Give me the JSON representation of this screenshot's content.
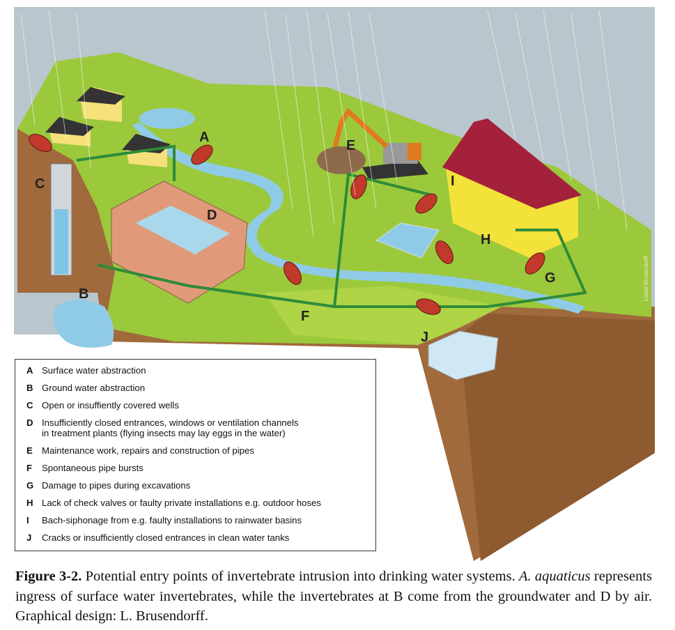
{
  "legend": {
    "items": [
      {
        "letter": "A",
        "text": "Surface water abstraction"
      },
      {
        "letter": "B",
        "text": "Ground water abstraction"
      },
      {
        "letter": "C",
        "text": "Open or insuffiently covered wells"
      },
      {
        "letter": "D",
        "text": "Insufficiently closed entrances, windows or ventilation channels\nin treatment plants (flying insects may lay eggs in the water)"
      },
      {
        "letter": "E",
        "text": "Maintenance work, repairs and construction of pipes"
      },
      {
        "letter": "F",
        "text": "Spontaneous pipe bursts"
      },
      {
        "letter": "G",
        "text": "Damage to pipes during excavations"
      },
      {
        "letter": "H",
        "text": "Lack of check valves or faulty private installations e.g. outdoor hoses"
      },
      {
        "letter": "I",
        "text": "Bach-siphonage from e.g. faulty installations to rainwater basins"
      },
      {
        "letter": "J",
        "text": "Cracks or insufficiently closed entrances in clean water tanks"
      }
    ]
  },
  "illustration": {
    "credit": "Lisbet Brusendorff",
    "colors": {
      "sky": "#b9c6ce",
      "grass": "#9cc93c",
      "soil": "#a06a3c",
      "water": "#8fcbe6",
      "bug": "#c0392b"
    }
  },
  "caption": {
    "label": "Figure 3-2.",
    "part1": " Potential entry points of invertebrate intrusion into drinking water systems. ",
    "species": "A. aquaticus",
    "part2": " represents ingress of surface water invertebrates, while the invertebrates at B come from the groundwater and D by air. Graphical design: L. Brusendorff."
  }
}
